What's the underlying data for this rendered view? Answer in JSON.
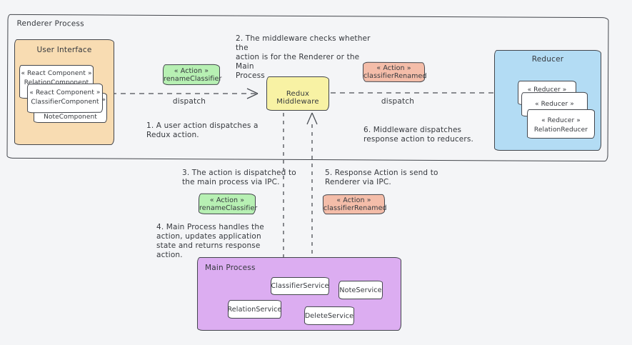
{
  "renderer": {
    "label": "Renderer Process"
  },
  "ui": {
    "label": "User Interface",
    "cards": [
      {
        "stereo": "« React Component »",
        "name": "RelationComponent"
      },
      {
        "stereo": "« React Component »",
        "name": "ClassifierComponent"
      },
      {
        "stereo": "« React Component »",
        "name": "NoteComponent"
      }
    ]
  },
  "middleware": {
    "label": "Redux Middleware"
  },
  "reducer": {
    "label": "Reducer",
    "cards": [
      {
        "stereo": "« Reducer »",
        "name": ""
      },
      {
        "stereo": "« Reducer »",
        "name": ""
      },
      {
        "stereo": "« Reducer »",
        "name": "RelationReducer"
      }
    ]
  },
  "main_process": {
    "label": "Main Process",
    "services": [
      "ClassifierService",
      "NoteService",
      "RelationService",
      "DeleteService"
    ]
  },
  "actions": {
    "rename_top": {
      "stereo": "« Action »",
      "name": "renameClassifier"
    },
    "renamed_top": {
      "stereo": "« Action »",
      "name": "classifierRenamed"
    },
    "rename_bottom": {
      "stereo": "« Action »",
      "name": "renameClassifier"
    },
    "renamed_bottom": {
      "stereo": "« Action »",
      "name": "classifierRenamed"
    }
  },
  "labels": {
    "dispatch_left": "dispatch",
    "dispatch_right": "dispatch"
  },
  "annotations": {
    "step1": "1. A user action dispatches a\nRedux action.",
    "step2": "2. The middleware checks whether the\naction is for the Renderer or the Main\nProcess",
    "step3": "3. The action is dispatched to\nthe main process via IPC.",
    "step4": "4. Main Process handles the\naction, updates application\nstate and returns response\naction.",
    "step5": "5. Response Action is send to\nRenderer via IPC.",
    "step6": "6. Middleware dispatches\nresponse action to reducers."
  },
  "colors": {
    "bg": "#f4f5f7",
    "ink": "#43464c",
    "orange": "#f8dcb2",
    "green": "#b7f0b3",
    "yellow": "#f8f2a4",
    "salmon": "#f4bda9",
    "blue": "#b3dcf4",
    "purple": "#dcadf1"
  }
}
